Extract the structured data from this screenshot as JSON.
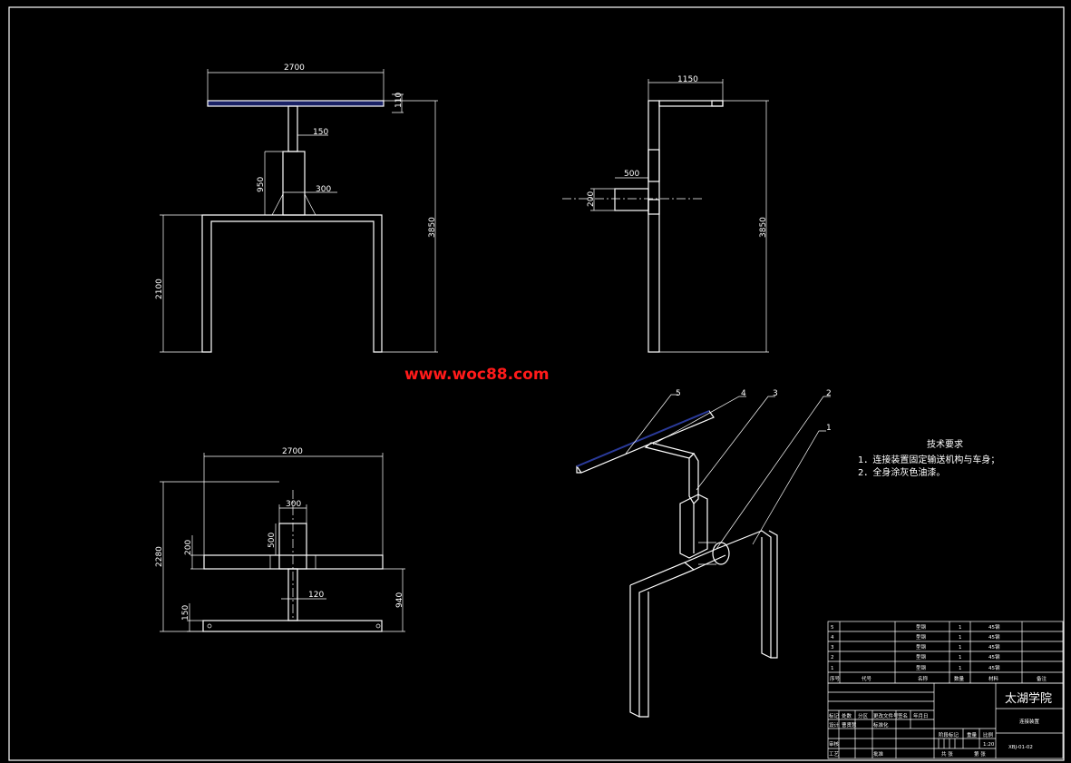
{
  "watermark": "www.woc88.com",
  "front_view": {
    "dims": {
      "top_width": "2700",
      "top_thickness": "110",
      "post_width": "150",
      "post_height": "950",
      "base_width": "300",
      "total_height": "3850",
      "frame_height": "2100"
    }
  },
  "side_view": {
    "dims": {
      "top_width": "1150",
      "arm_length": "500",
      "arm_height": "200",
      "total_height": "3850"
    }
  },
  "top_view": {
    "dims": {
      "width": "2700",
      "post_width": "300",
      "post_length": "500",
      "plate_height": "200",
      "total_height": "2280",
      "stem_width": "120",
      "lower_height": "940",
      "base_height": "150"
    }
  },
  "iso_view": {
    "callouts": [
      "5",
      "4",
      "3",
      "2",
      "1"
    ]
  },
  "technical_requirements": {
    "title": "技术要求",
    "items": [
      "1．连接装置固定输送机构与车身；",
      "2．全身涂灰色油漆。"
    ]
  },
  "parts_list": {
    "rows": [
      {
        "no": "5",
        "name": "型钢",
        "qty": "1",
        "material": "45钢"
      },
      {
        "no": "4",
        "name": "型钢",
        "qty": "1",
        "material": "45钢"
      },
      {
        "no": "3",
        "name": "型钢",
        "qty": "1",
        "material": "45钢"
      },
      {
        "no": "2",
        "name": "型钢",
        "qty": "1",
        "material": "45钢"
      },
      {
        "no": "1",
        "name": "型钢",
        "qty": "1",
        "material": "45钢"
      }
    ],
    "header": {
      "no": "序号",
      "code": "代号",
      "name": "名称",
      "qty": "数量",
      "material": "材料",
      "note": "备注"
    }
  },
  "title_block": {
    "school": "太湖学院",
    "drawing_name": "连接装置",
    "drawing_no": "XBJ-01-02",
    "scale": "1:20",
    "labels": {
      "mark": "标记",
      "count": "处数",
      "zone": "分区",
      "change_doc": "更改文件号",
      "sign": "签名",
      "date": "年月日",
      "design": "设计",
      "std": "标准化",
      "stage_mark": "阶段标记",
      "weight": "重量",
      "ratio": "比例",
      "check": "审核",
      "process": "工艺",
      "approve": "批准",
      "sheets": "共 张",
      "sheet_no": "第 张",
      "designer": "曹贤慧"
    }
  }
}
